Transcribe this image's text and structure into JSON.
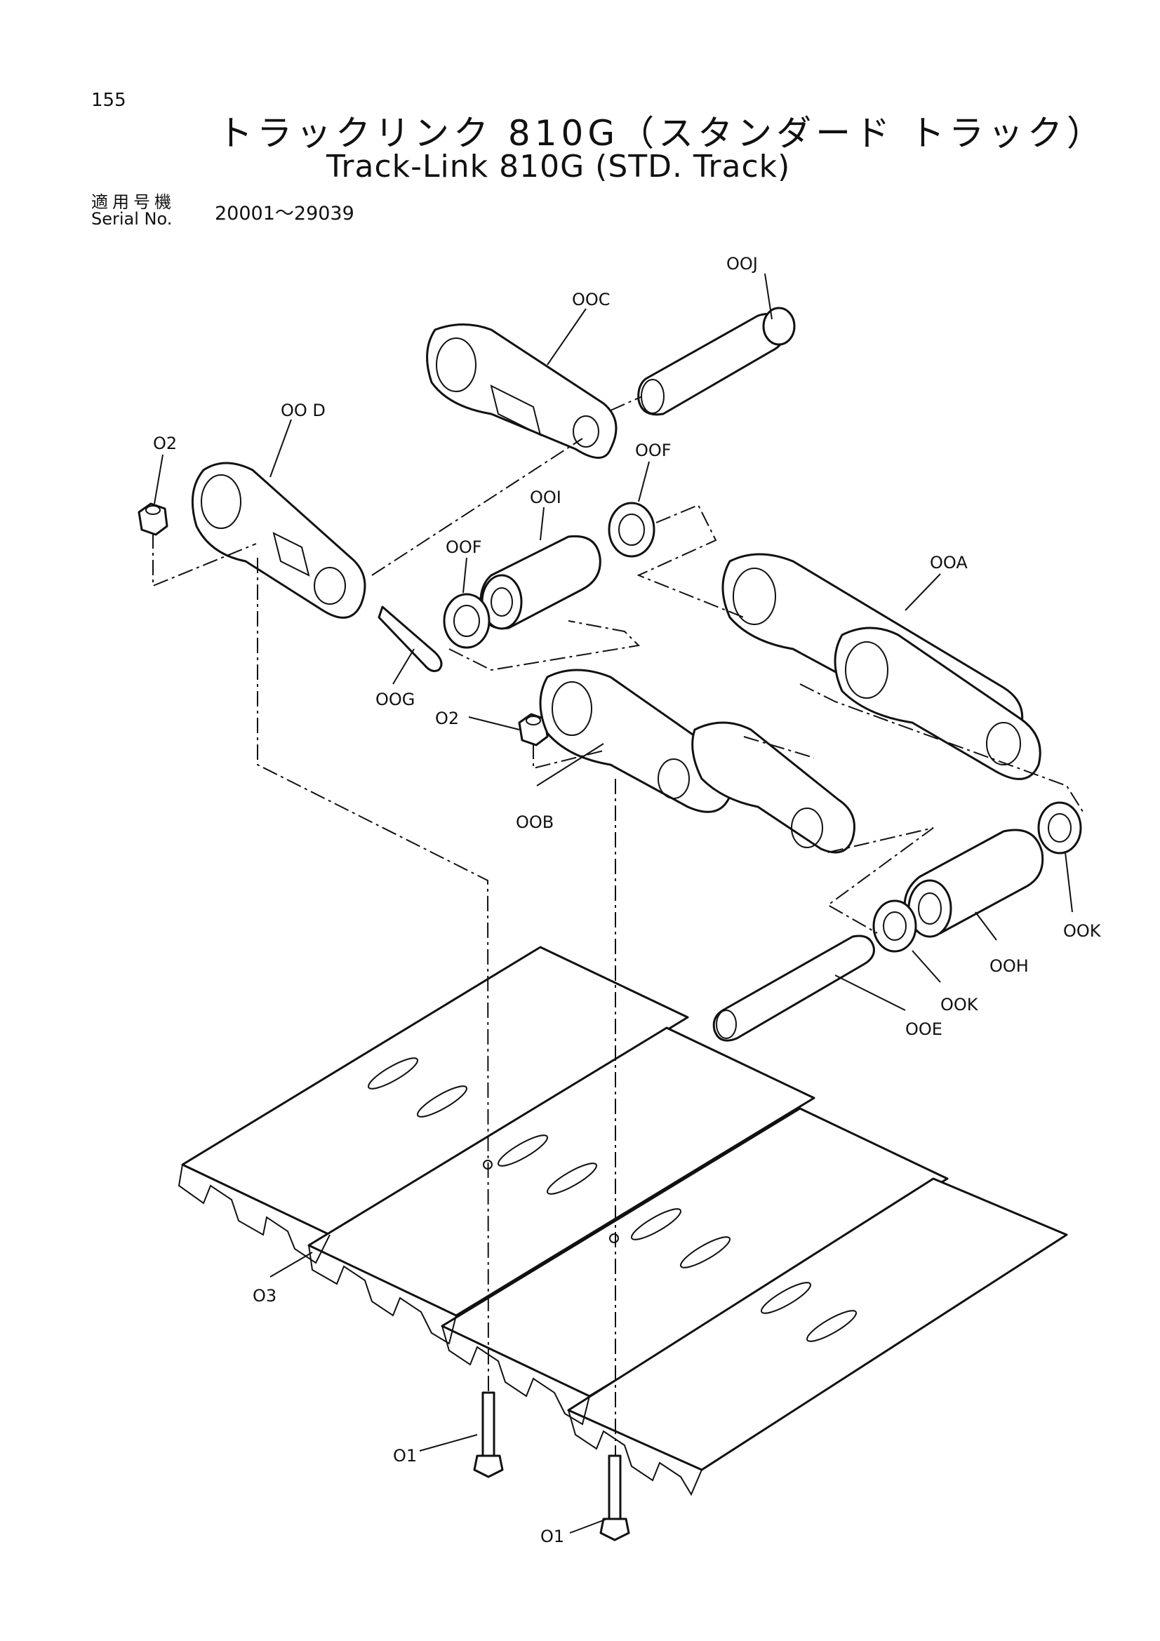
{
  "header": {
    "page_number": "155",
    "title_ja": "トラックリンク 810G（スタンダード トラック）",
    "title_en": "Track-Link 810G (STD. Track)",
    "serial_label_ja": "適用号機",
    "serial_label_en": "Serial No.",
    "serial_range": "20001～29039"
  },
  "callouts": {
    "ooj": "OOJ",
    "ooc": "OOC",
    "ood": "OO D",
    "o2_top": "O2",
    "oof_top": "OOF",
    "ooi": "OOI",
    "oof_mid": "OOF",
    "ooa": "OOA",
    "oog": "OOG",
    "o2_mid": "O2",
    "oob": "OOB",
    "ook_right": "OOK",
    "ooh": "OOH",
    "ook_mid": "OOK",
    "ooe": "OOE",
    "o3": "O3",
    "o1_left": "O1",
    "o1_right": "O1"
  },
  "colors": {
    "ink": "#111111",
    "paper": "#ffffff"
  }
}
